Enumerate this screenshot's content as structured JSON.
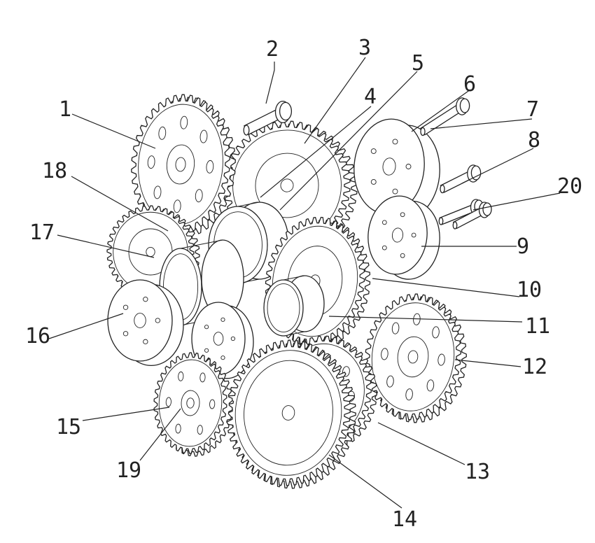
{
  "header": {
    "corner_mark": ""
  },
  "watermark": "",
  "callouts": [
    {
      "id": "c1",
      "text": "1"
    },
    {
      "id": "c2",
      "text": "2"
    },
    {
      "id": "c3",
      "text": "3"
    },
    {
      "id": "c4",
      "text": "4"
    },
    {
      "id": "c5",
      "text": "5"
    },
    {
      "id": "c6",
      "text": "6"
    },
    {
      "id": "c7",
      "text": "7"
    },
    {
      "id": "c8",
      "text": "8"
    },
    {
      "id": "c9",
      "text": "9"
    },
    {
      "id": "c10",
      "text": "10"
    },
    {
      "id": "c11",
      "text": "11"
    },
    {
      "id": "c12",
      "text": "12"
    },
    {
      "id": "c13",
      "text": "13"
    },
    {
      "id": "c14",
      "text": "14"
    },
    {
      "id": "c15",
      "text": "15"
    },
    {
      "id": "c16",
      "text": "16"
    },
    {
      "id": "c17",
      "text": "17"
    },
    {
      "id": "c18",
      "text": "18"
    },
    {
      "id": "c19",
      "text": "19"
    },
    {
      "id": "c20",
      "text": "20"
    }
  ]
}
